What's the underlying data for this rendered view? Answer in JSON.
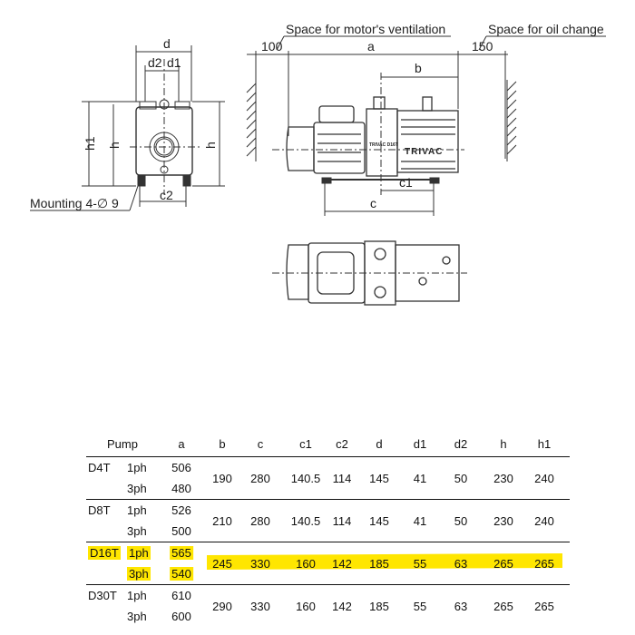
{
  "drawing": {
    "end_view": {
      "dims": {
        "d": "d",
        "d2": "d2",
        "d1": "d1",
        "h1": "h1",
        "h": "h",
        "c2": "c2"
      },
      "mounting_label": "Mounting 4-∅ 9"
    },
    "side_view": {
      "ventilation_label": "Space for motor's ventilation",
      "oil_change_label": "Space for oil change",
      "dims": {
        "left_clearance": "100",
        "a": "a",
        "right_clearance": "150",
        "b": "b",
        "c1": "c1",
        "c": "c"
      },
      "brand": "TRIVAC",
      "model_plate": "TRIVAC D16T"
    }
  },
  "highlight_color": "#ffe600",
  "table": {
    "headers": [
      "Pump",
      "a",
      "b",
      "c",
      "c1",
      "c2",
      "d",
      "d1",
      "d2",
      "h",
      "h1"
    ],
    "rows": [
      {
        "pump": "D4T",
        "a1ph": "506",
        "a3ph": "480",
        "p1": "1ph",
        "p3": "3ph",
        "values": [
          "190",
          "280",
          "140.5",
          "114",
          "145",
          "41",
          "50",
          "230",
          "240"
        ],
        "highlight": false
      },
      {
        "pump": "D8T",
        "a1ph": "526",
        "a3ph": "500",
        "p1": "1ph",
        "p3": "3ph",
        "values": [
          "210",
          "280",
          "140.5",
          "114",
          "145",
          "41",
          "50",
          "230",
          "240"
        ],
        "highlight": false
      },
      {
        "pump": "D16T",
        "a1ph": "565",
        "a3ph": "540",
        "p1": "1ph",
        "p3": "3ph",
        "values": [
          "245",
          "330",
          "160",
          "142",
          "185",
          "55",
          "63",
          "265",
          "265"
        ],
        "highlight": true
      },
      {
        "pump": "D30T",
        "a1ph": "610",
        "a3ph": "600",
        "p1": "1ph",
        "p3": "3ph",
        "values": [
          "290",
          "330",
          "160",
          "142",
          "185",
          "55",
          "63",
          "265",
          "265"
        ],
        "highlight": false
      }
    ]
  }
}
